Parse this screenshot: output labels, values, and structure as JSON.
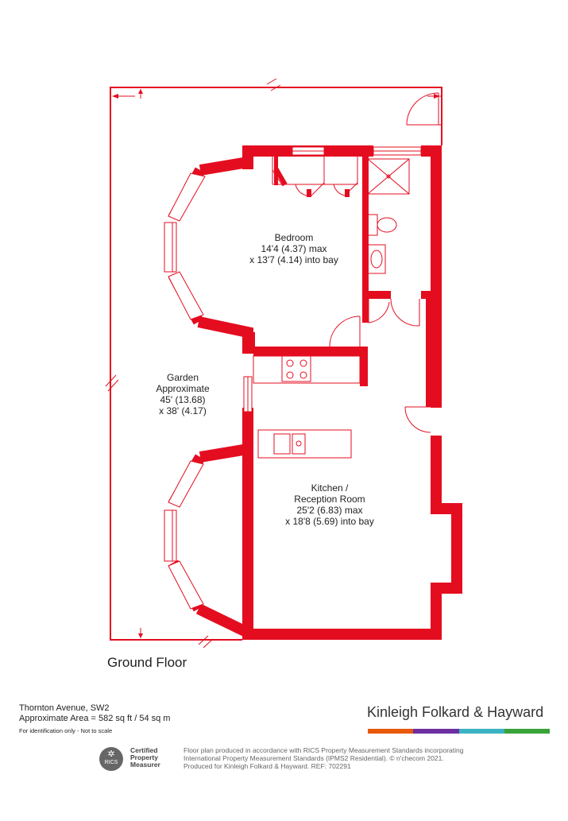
{
  "colors": {
    "wall": "#e40d20",
    "fixture": "#e40d20",
    "text": "#222222"
  },
  "rooms": {
    "bedroom": {
      "name": "Bedroom",
      "dim1": "14'4 (4.37) max",
      "dim2": "x 13'7 (4.14) into bay"
    },
    "garden": {
      "name": "Garden",
      "line2": "Approximate",
      "dim1": "45' (13.68)",
      "dim2": "x 38' (4.17)"
    },
    "kitchen": {
      "name1": "Kitchen /",
      "name2": "Reception Room",
      "dim1": "25'2 (6.83) max",
      "dim2": "x 18'8 (5.69) into bay"
    }
  },
  "floor_name": "Ground Floor",
  "property": {
    "address": "Thornton Avenue, SW2",
    "area": "Approximate Area = 582 sq ft / 54 sq m",
    "note": "For identification only - Not to scale"
  },
  "brand": {
    "name": "Kinleigh Folkard & Hayward",
    "bar_colors": [
      "#e8590c",
      "#6b2fa0",
      "#3bb3c3",
      "#3aa33a"
    ]
  },
  "rics": {
    "logo_text": "RICS",
    "line1": "Certified",
    "line2": "Property",
    "line3": "Measurer"
  },
  "disclaimer": {
    "line1": "Floor plan produced in accordance with RICS Property Measurement Standards incorporating",
    "line2": "International Property Measurement Standards (IPMS2 Residential).  © n'checom 2021.",
    "line3": "Produced for Kinleigh Folkard & Hayward.   REF: 702291"
  }
}
